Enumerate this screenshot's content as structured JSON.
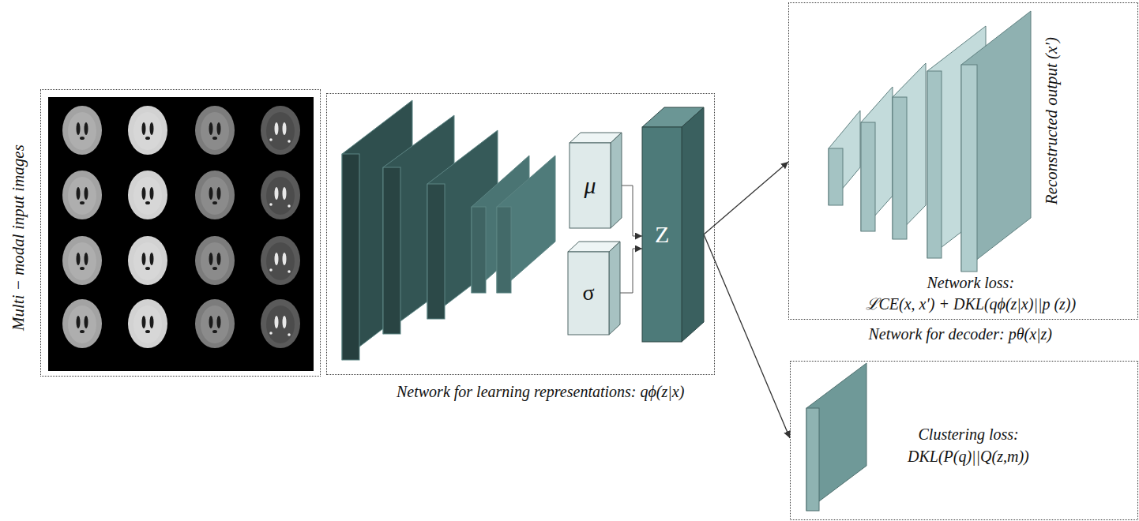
{
  "diagram": {
    "nodes": [
      {
        "text": [
          "Multi − modal input images"
        ]
      },
      {
        "text": [
          "Network for learning representations: qϕ(z|x)"
        ]
      },
      {
        "text": [
          "μ"
        ],
        "in": 1
      },
      {
        "text": [
          "σ"
        ],
        "in": 1
      },
      {
        "text": [
          "Z"
        ],
        "in": 1
      },
      {
        "text": [
          "Reconstructed output (x′)",
          "Network loss:",
          "ℒCE(x, x′) + DKL(qϕ(z|x)||p (z))",
          "Network for decoder: pθ(x|z)"
        ]
      },
      {
        "text": [
          "Clustering loss:",
          "DKL(P(q)||Q(z,m))"
        ]
      }
    ],
    "edges": [
      {
        "from": 2,
        "to": 4,
        "arrow": "to"
      },
      {
        "from": 3,
        "to": 4,
        "arrow": "to"
      },
      {
        "from": 4,
        "to": 5,
        "arrow": "to"
      },
      {
        "from": 4,
        "to": 6,
        "arrow": "to"
      }
    ]
  }
}
